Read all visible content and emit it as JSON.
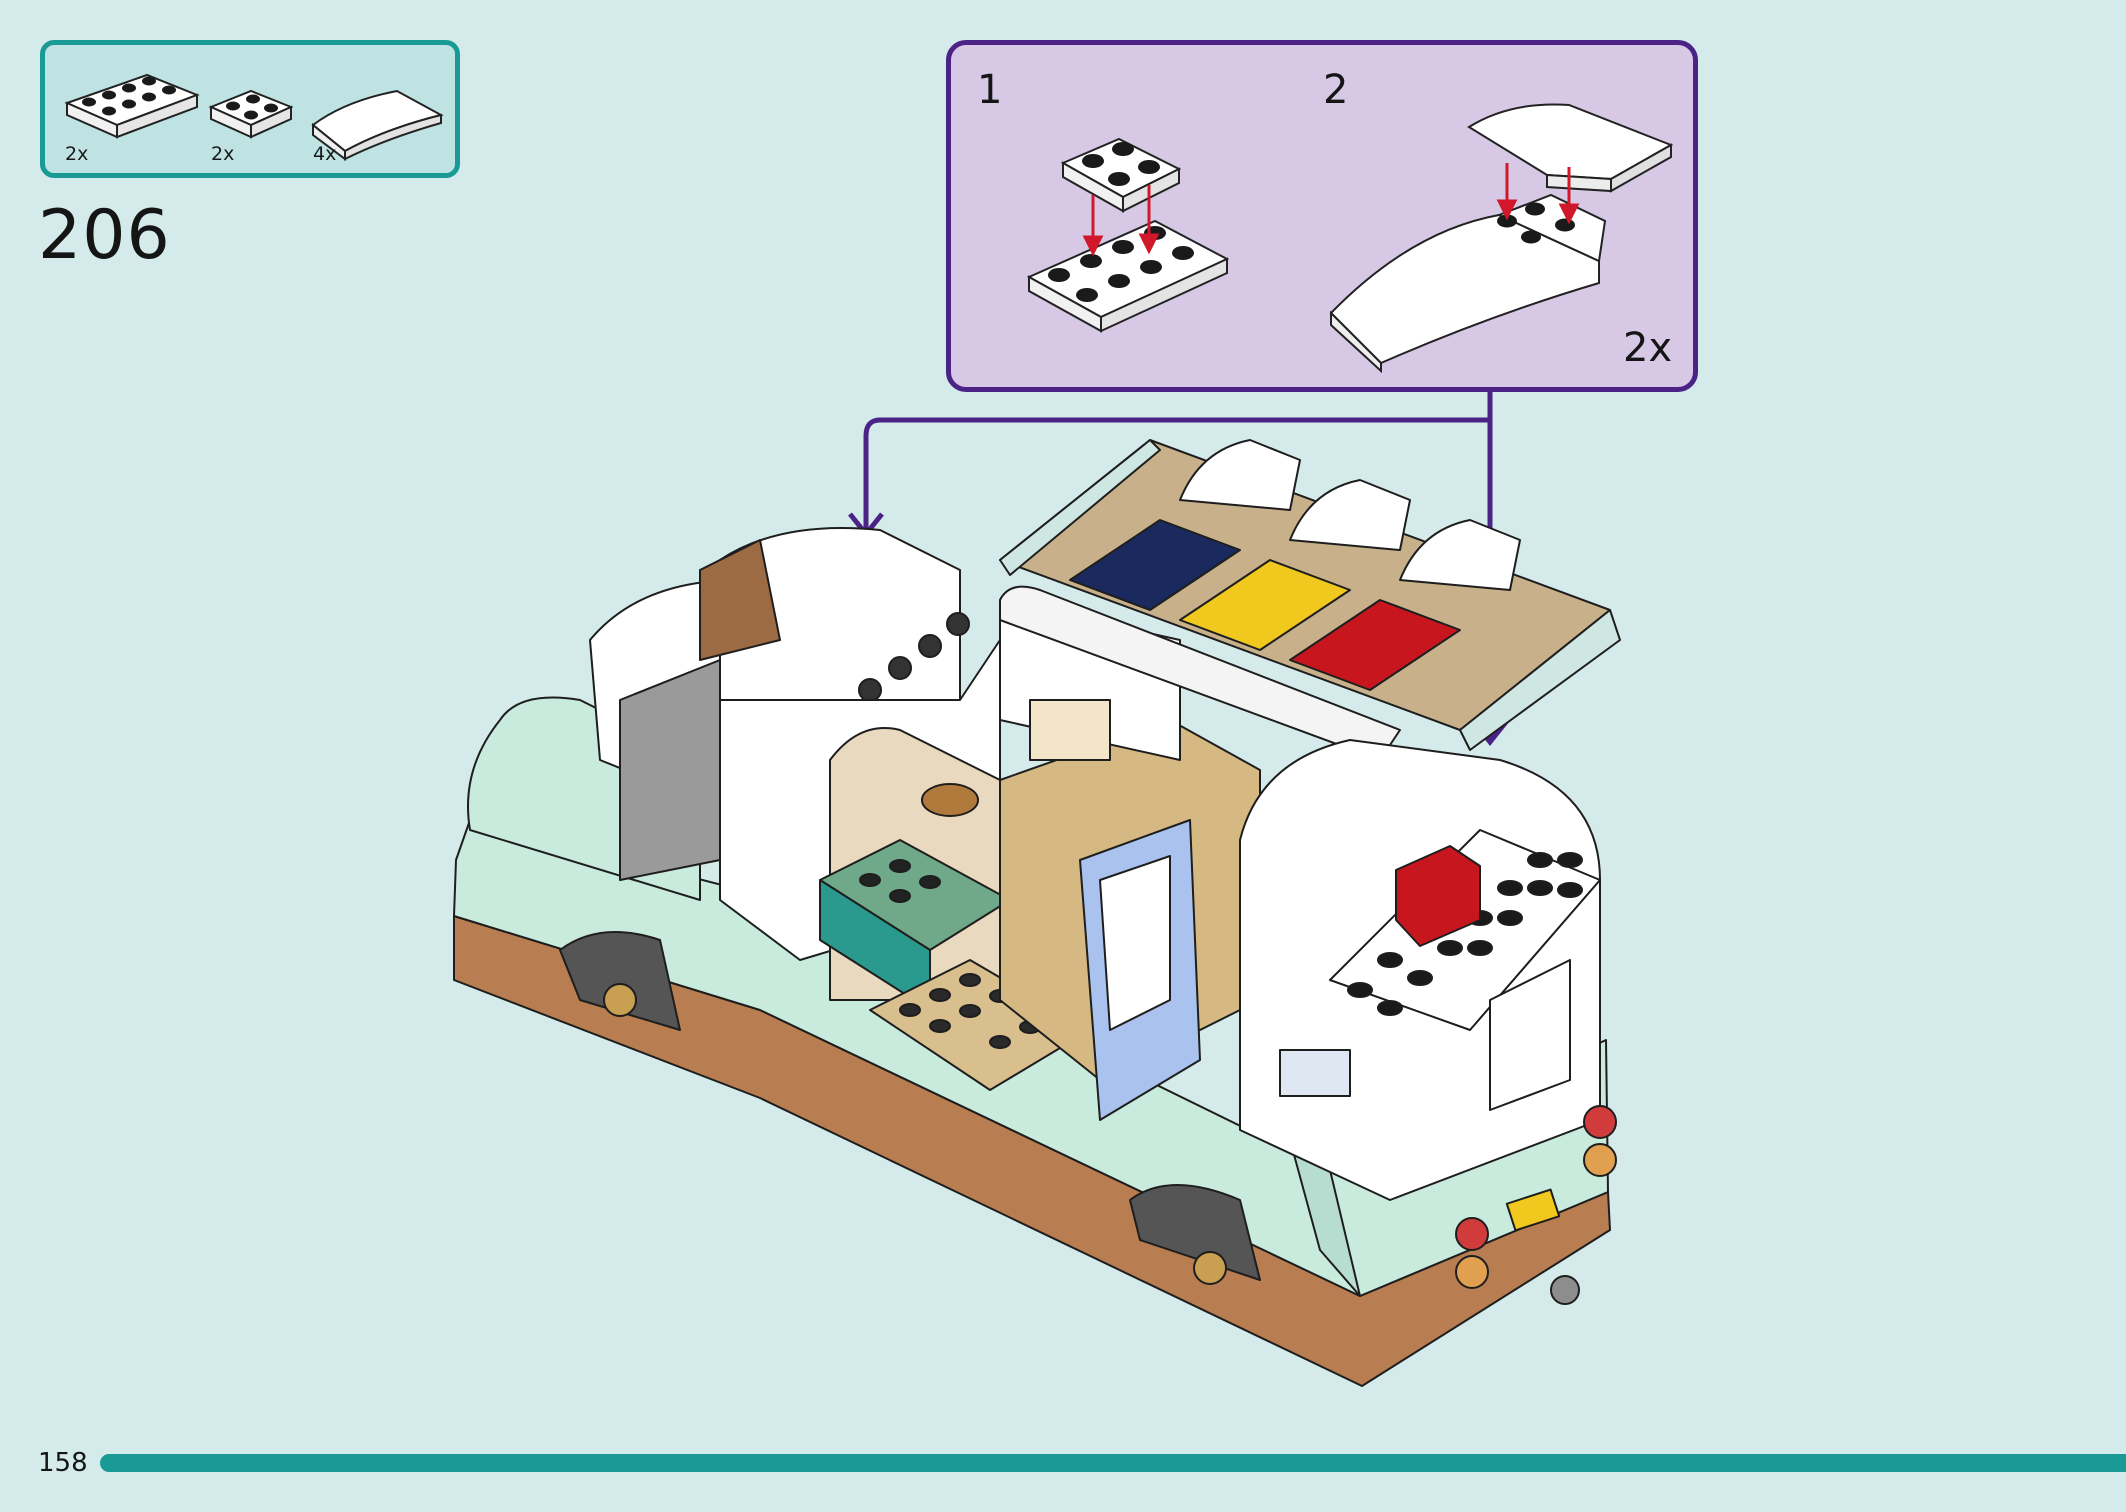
{
  "page": {
    "step_number": "206",
    "page_number": "158",
    "colors": {
      "background": "#d5ebeb",
      "parts_box_border": "#1a9a94",
      "callout_border": "#4b2386",
      "callout_fill": "#d7c9e6",
      "arrow_red": "#d0182a",
      "progress": "#1a9a94"
    }
  },
  "parts_list": {
    "items": [
      {
        "qty": "2x",
        "icon": "plate-2x4-icon"
      },
      {
        "qty": "2x",
        "icon": "plate-2x2-icon"
      },
      {
        "qty": "4x",
        "icon": "curved-slope-icon"
      }
    ]
  },
  "callout": {
    "sub_steps": [
      {
        "number": "1"
      },
      {
        "number": "2"
      }
    ],
    "multiplier": "2x"
  }
}
